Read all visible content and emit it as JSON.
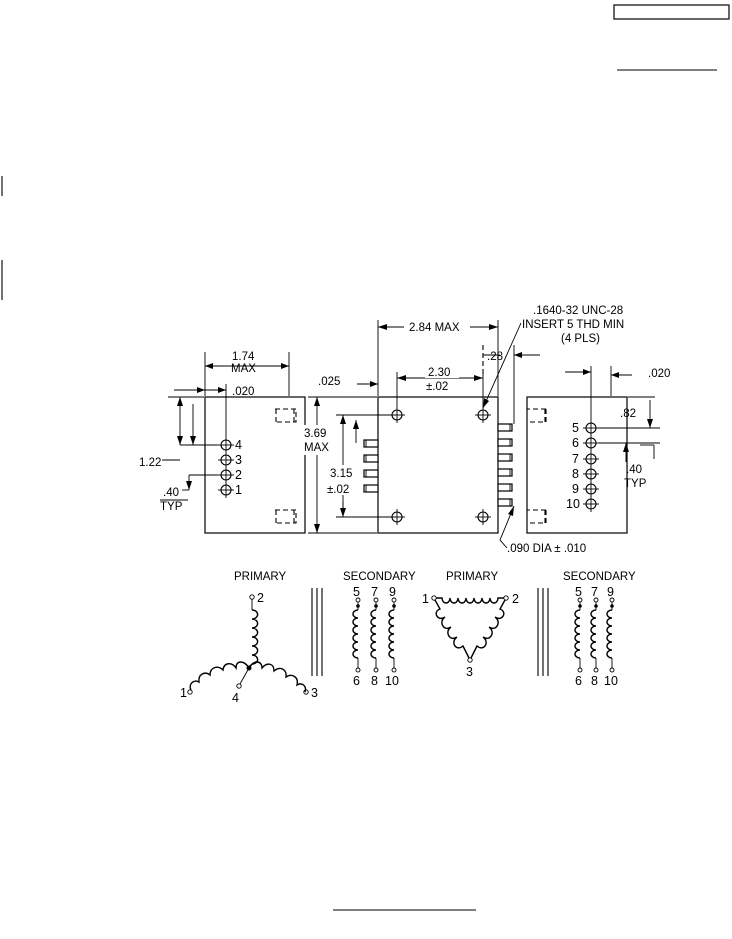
{
  "drawing": {
    "center_dims": {
      "overall_width": "2.84 MAX",
      "mount_spacing": "2.30",
      "mount_tol": "±.02",
      "edge": ".025",
      "stud_offset": ".28",
      "height_max_value": "3.69",
      "height_max_word": "MAX",
      "hole_spacing_value": "3.15",
      "hole_spacing_tol": "±.02"
    },
    "thread_note": {
      "line1": ".1640-32 UNC-28",
      "line2": "INSERT 5 THD MIN",
      "line3": "(4 PLS)"
    },
    "pin_dia_note": ".090 DIA ± .010",
    "left_view": {
      "width_value": "1.74",
      "width_word": "MAX",
      "pin_dia": ".020",
      "row_offset": "1.22",
      "pitch_value": ".40",
      "pitch_word": "TYP",
      "pins": [
        "4",
        "3",
        "2",
        "1"
      ]
    },
    "right_view": {
      "pin_dia": ".020",
      "row_offset": ".82",
      "pitch_value": ".40",
      "pitch_word": "TYP",
      "pins": [
        "5",
        "6",
        "7",
        "8",
        "9",
        "10"
      ]
    },
    "schematic": {
      "wye_title": "PRIMARY",
      "wye_secondary_title": "SECONDARY",
      "delta_title": "PRIMARY",
      "delta_secondary_title": "SECONDARY",
      "wye_terminals": [
        "2",
        "1",
        "4",
        "3"
      ],
      "delta_terminals": [
        "1",
        "2",
        "3"
      ],
      "secondary_top": [
        "5",
        "7",
        "9"
      ],
      "secondary_bottom": [
        "6",
        "8",
        "10"
      ]
    }
  }
}
